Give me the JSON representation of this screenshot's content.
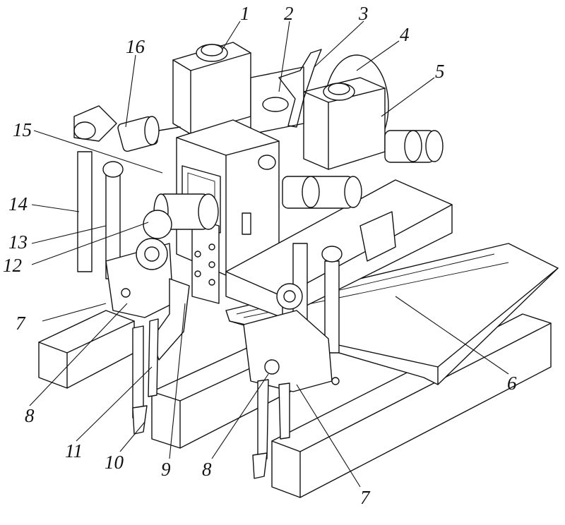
{
  "diagram": {
    "labels": [
      "1",
      "2",
      "3",
      "4",
      "5",
      "6",
      "7",
      "7",
      "8",
      "8",
      "9",
      "10",
      "11",
      "12",
      "13",
      "14",
      "15",
      "16"
    ]
  }
}
